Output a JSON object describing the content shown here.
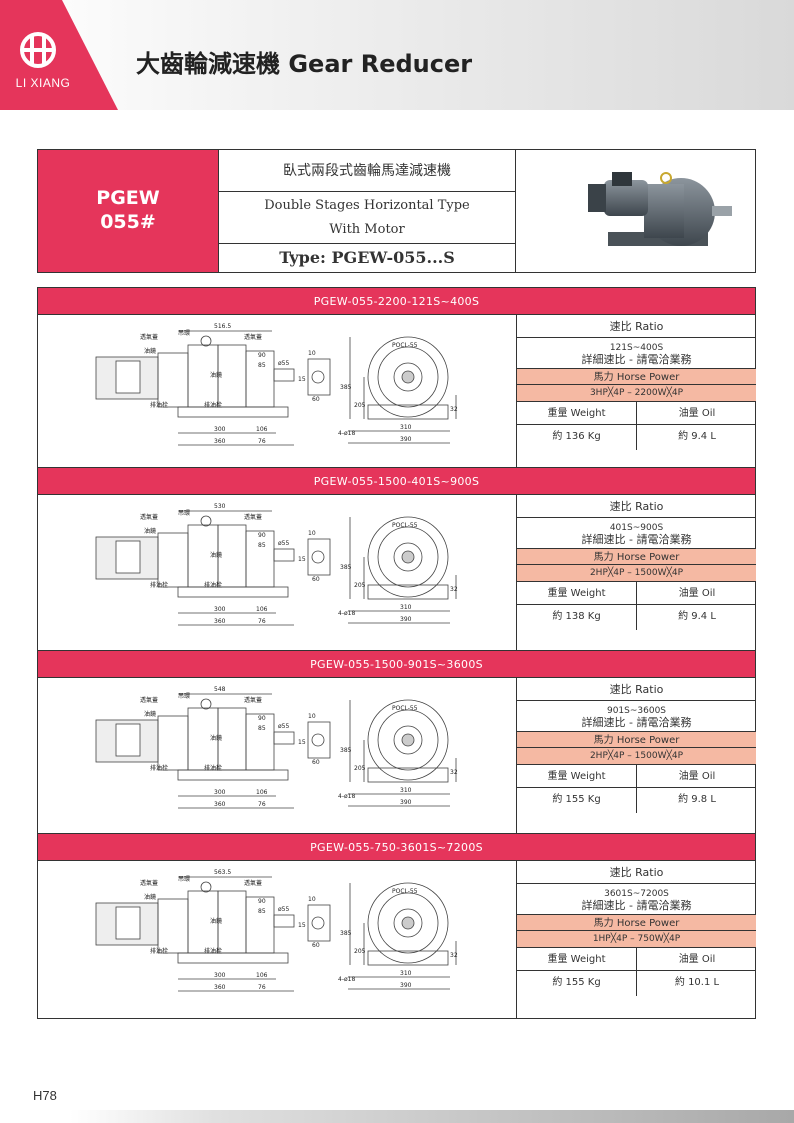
{
  "header": {
    "brand": "LI XIANG",
    "title": "大齒輪減速機 Gear Reducer",
    "accent_color": "#e5355b"
  },
  "product": {
    "model_line1": "PGEW",
    "model_line2": "055#",
    "desc_cn": "臥式兩段式齒輪馬達減速機",
    "desc_en_line1": "Double Stages Horizontal Type",
    "desc_en_line2": "With Motor",
    "type": "Type: PGEW-055...S",
    "image_icon": "gear-reducer-photo"
  },
  "spec_labels": {
    "ratio": "速比 Ratio",
    "detail": "詳細速比 - 請電洽業務",
    "hp": "馬力 Horse Power",
    "weight": "重量 Weight",
    "oil": "油量 Oil"
  },
  "drawing_labels": {
    "vent": "透氣蓋",
    "hook": "吊環",
    "oil_gauge": "油鏡",
    "drain_plug": "排油栓",
    "plate": "POCL-55",
    "dim_90": "90",
    "dim_85": "85",
    "dim_55": "ø55",
    "dim_10": "10",
    "dim_15": "15",
    "dim_60": "60",
    "dim_385": "385",
    "dim_205": "205",
    "dim_32": "32",
    "dim_300": "300",
    "dim_106": "106",
    "dim_360": "360",
    "dim_76": "76",
    "dim_310": "310",
    "dim_390": "390",
    "dim_holes": "4-ø18"
  },
  "sections": [
    {
      "title": "PGEW-055-2200-121S~400S",
      "length": "516.5",
      "ratio": "121S~400S",
      "hp": "3HP╳4P – 2200W╳4P",
      "weight": "約 136 Kg",
      "oil": "約 9.4 L"
    },
    {
      "title": "PGEW-055-1500-401S~900S",
      "length": "530",
      "ratio": "401S~900S",
      "hp": "2HP╳4P – 1500W╳4P",
      "weight": "約 138 Kg",
      "oil": "約 9.4 L"
    },
    {
      "title": "PGEW-055-1500-901S~3600S",
      "length": "548",
      "ratio": "901S~3600S",
      "hp": "2HP╳4P – 1500W╳4P",
      "weight": "約 155 Kg",
      "oil": "約 9.8 L"
    },
    {
      "title": "PGEW-055-750-3601S~7200S",
      "length": "563.5",
      "ratio": "3601S~7200S",
      "hp": "1HP╳4P – 750W╳4P",
      "weight": "約 155 Kg",
      "oil": "約 10.1 L"
    }
  ],
  "footer": {
    "page": "H78"
  }
}
